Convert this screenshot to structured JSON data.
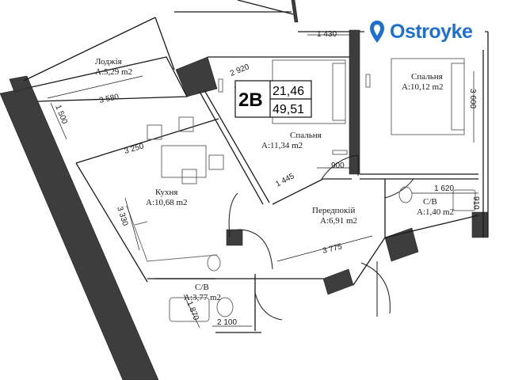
{
  "brand": {
    "name": "Ostroyke",
    "color": "#1f6fd0"
  },
  "apartment": {
    "type": "2B",
    "living_area": "21,46",
    "total_area": "49,51"
  },
  "rooms": [
    {
      "id": "loggia",
      "name": "Лоджія",
      "area": "A:5,29 m2"
    },
    {
      "id": "bedroom1",
      "name": "Спальня",
      "area": "A:11,34 m2"
    },
    {
      "id": "bedroom2",
      "name": "Спальня",
      "area": "A:10,12 m2"
    },
    {
      "id": "kitchen",
      "name": "Кухня",
      "area": "A:10,68 m2"
    },
    {
      "id": "hallway",
      "name": "Передпокій",
      "area": "A:6,91 m2"
    },
    {
      "id": "bath1",
      "name": "С/В",
      "area": "A:3,77 m2"
    },
    {
      "id": "bath2",
      "name": "С/В",
      "area": "A:1,40 m2"
    }
  ],
  "dimensions": [
    "1 430",
    "2 920",
    "3 580",
    "1 500",
    "3 600",
    "3 250",
    "900",
    "1 445",
    "1 620",
    "910",
    "3 330",
    "3 775",
    "1 870",
    "2 100"
  ],
  "colors": {
    "wall": "#3d3d3d",
    "line": "#1a1a1a",
    "furniture": "#6a6a6a"
  }
}
